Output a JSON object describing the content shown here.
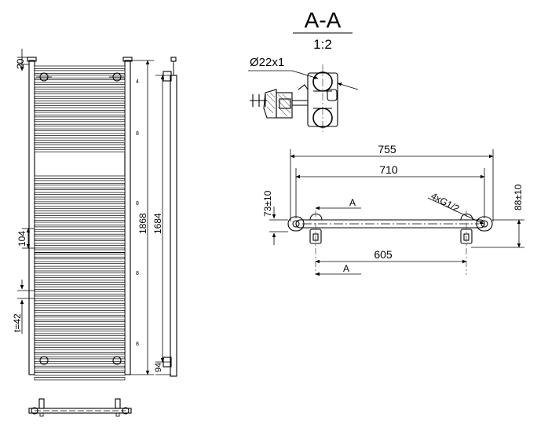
{
  "section": {
    "title": "A-A",
    "scale": "1:2"
  },
  "pipe_label": "Ø22x1",
  "front_view": {
    "dimensions": {
      "top_offset": "20",
      "total_height": "1868",
      "connection_height": "1684",
      "gap": "104",
      "tube_pitch": "t=42",
      "bottom_offset": "94"
    },
    "tube_markers": [
      "4",
      "8",
      "8",
      "8",
      "8"
    ]
  },
  "top_view": {
    "dimensions": {
      "overall_width": "755",
      "bracket_width": "710",
      "connection_width": "605",
      "left_height": "73±10",
      "right_height": "88±10"
    },
    "thread_label": "4xG1/2",
    "section_marks": [
      "A",
      "A"
    ]
  },
  "colors": {
    "line": "#000000",
    "background": "#ffffff"
  }
}
